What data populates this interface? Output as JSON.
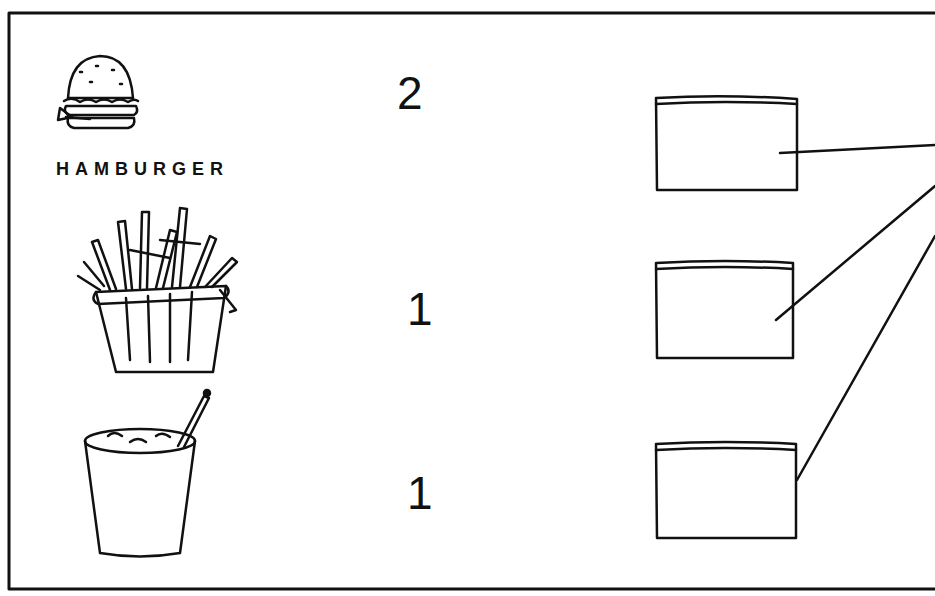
{
  "diagram": {
    "labels": [
      "HAMBURGER",
      "2",
      "1",
      "1"
    ]
  }
}
